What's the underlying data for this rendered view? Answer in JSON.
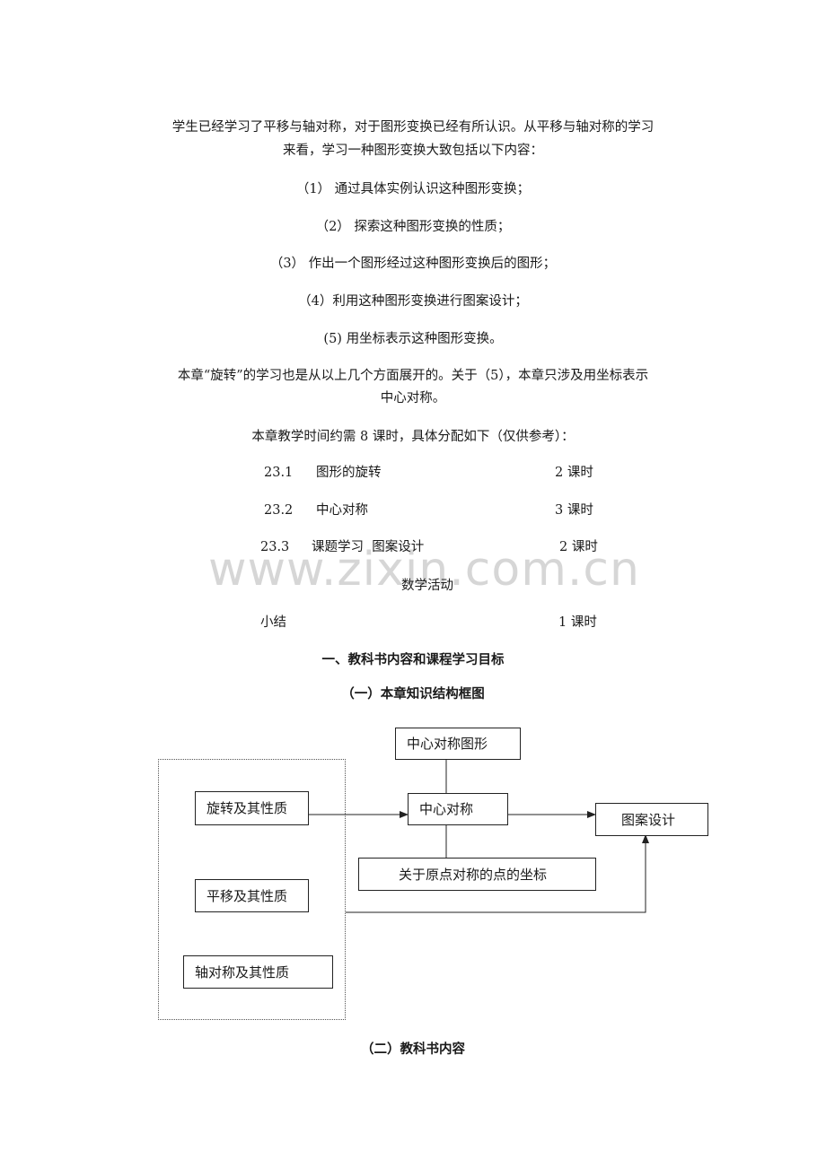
{
  "intro": {
    "line1": "学生已经学习了平移与轴对称，对于图形变换已经有所认识。从平移与轴对称的学习",
    "line2": "来看，学习一种图形变换大致包括以下内容："
  },
  "steps": [
    "（1） 通过具体实例认识这种图形变换；",
    "（2） 探索这种图形变换的性质；",
    "（3） 作出一个图形经过这种图形变换后的图形；",
    "（4）利用这种图形变换进行图案设计；",
    "(5) 用坐标表示这种图形变换。"
  ],
  "note": {
    "line1": "本章“旋转”的学习也是从以上几个方面展开的。关于（5），本章只涉及用坐标表示",
    "line2": "中心对称。"
  },
  "schedule": {
    "intro": "本章教学时间约需 8 课时，具体分配如下（仅供参考）：",
    "rows": [
      {
        "num": "23.1",
        "title": "图形的旋转",
        "hours": "2 课时"
      },
      {
        "num": "23.2",
        "title": "中心对称",
        "hours": "3 课时"
      },
      {
        "num": "23.3",
        "title": "课题学习  图案设计",
        "hours": "2 课时"
      }
    ],
    "activity": "数学活动",
    "summary": {
      "title": "小结",
      "hours": "1 课时"
    }
  },
  "headings": {
    "section1": "一、教科书内容和课程学习目标",
    "sub1": "（一）本章知识结构框图",
    "sub2": "（二）教科书内容"
  },
  "diagram": {
    "left_boxes": [
      "旋转及其性质",
      "平移及其性质",
      "轴对称及其性质"
    ],
    "top_box": "中心对称图形",
    "center_box": "中心对称",
    "bottom_box": "关于原点对称的点的坐标",
    "right_box": "图案设计"
  },
  "watermark": "www.zixin.com.cn"
}
